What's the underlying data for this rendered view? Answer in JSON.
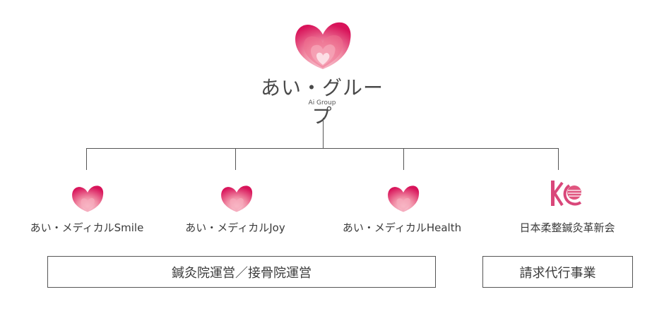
{
  "brand": {
    "title": "あい・グループ",
    "subtitle": "Ai Group",
    "heart_colors": [
      "#f6b7c5",
      "#ee7b96",
      "#e2326a",
      "#d31054"
    ],
    "accent": "#e2326a"
  },
  "companies": [
    {
      "name": "あい・メディカルSmile",
      "logo": "heart-icon"
    },
    {
      "name": "あい・メディカルJoy",
      "logo": "heart-icon"
    },
    {
      "name": "あい・メディカルHealth",
      "logo": "heart-icon"
    },
    {
      "name": "日本柔整鍼灸革新会",
      "logo": "kc-icon"
    }
  ],
  "business_boxes": [
    {
      "label": "鍼灸院運営／接骨院運営"
    },
    {
      "label": "請求代行事業"
    }
  ],
  "line_color": "#555555"
}
